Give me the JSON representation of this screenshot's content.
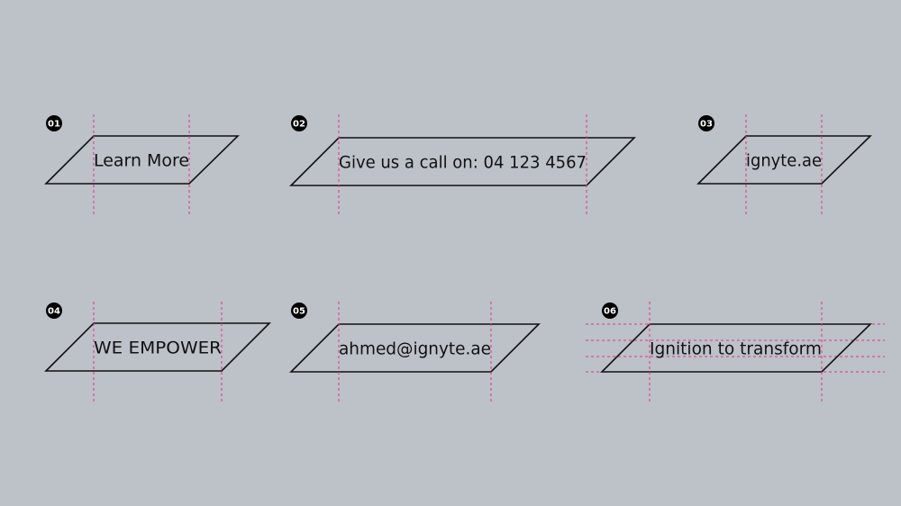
{
  "colors": {
    "background": "#bdc1c8",
    "outline": "#111111",
    "guide": "#e0358a"
  },
  "items": [
    {
      "number": "01",
      "label": "Learn More"
    },
    {
      "number": "02",
      "label": "Give us a call on: 04 123 4567"
    },
    {
      "number": "03",
      "label": "ignyte.ae"
    },
    {
      "number": "04",
      "label": "WE EMPOWER"
    },
    {
      "number": "05",
      "label": "ahmed@ignyte.ae"
    },
    {
      "number": "06",
      "label": "Ignition to transform"
    }
  ]
}
